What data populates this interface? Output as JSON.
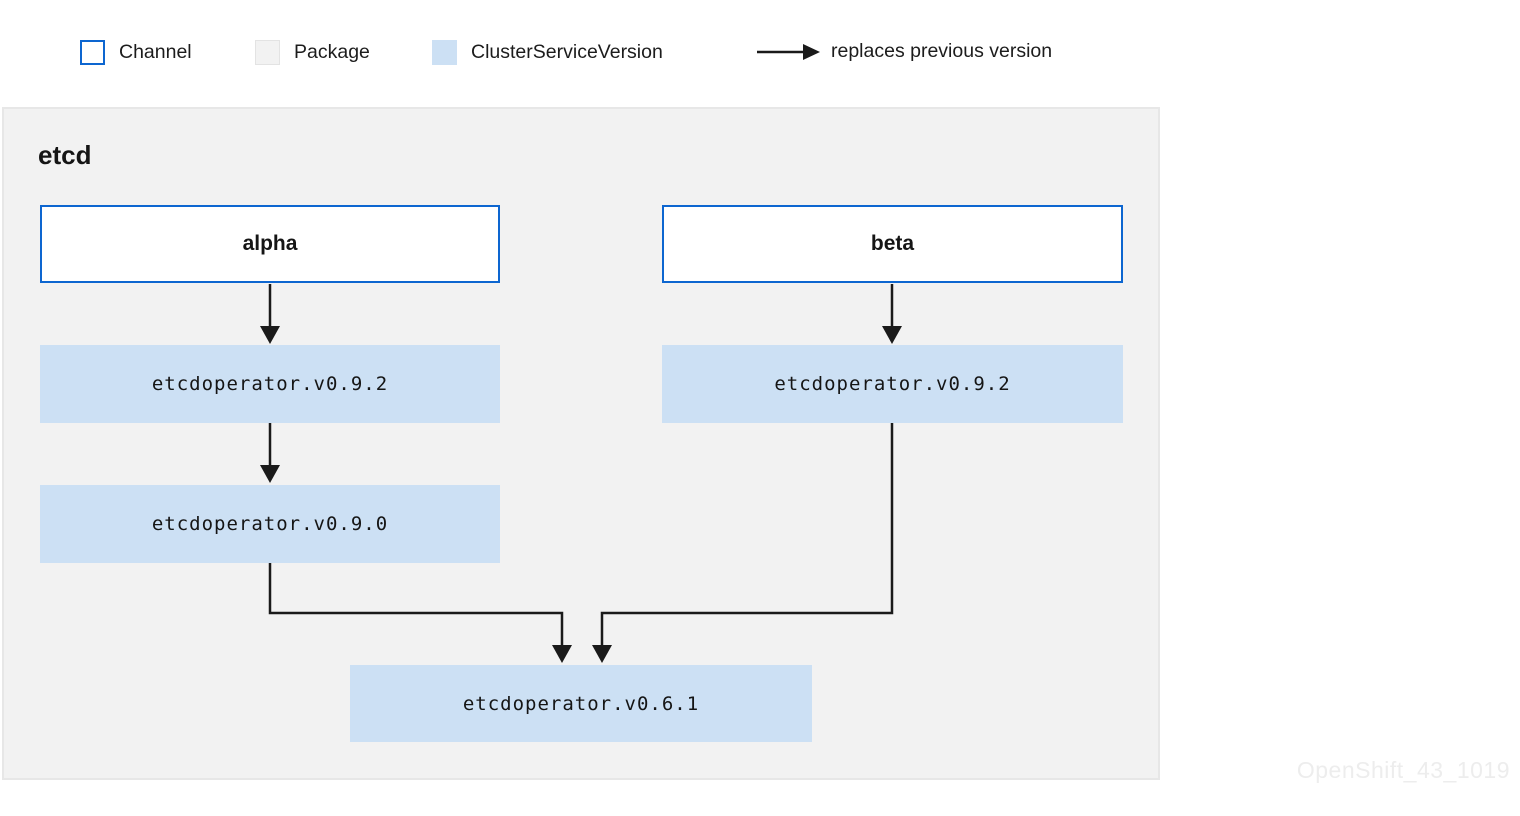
{
  "legend": {
    "channel_label": "Channel",
    "package_label": "Package",
    "csv_label": "ClusterServiceVersion",
    "arrow_label": "replaces previous version"
  },
  "package": {
    "title": "etcd"
  },
  "nodes": {
    "alpha_channel": "alpha",
    "beta_channel": "beta",
    "alpha_csv_092": "etcdoperator.v0.9.2",
    "beta_csv_092": "etcdoperator.v0.9.2",
    "alpha_csv_090": "etcdoperator.v0.9.0",
    "shared_csv_061": "etcdoperator.v0.6.1"
  },
  "watermark": "OpenShift_43_1019",
  "colors": {
    "channel_border": "#0d66d0",
    "channel_fill": "#ffffff",
    "package_fill": "#f2f2f2",
    "package_border": "#e7e7e7",
    "csv_fill": "#cce0f4",
    "arrow": "#1a1a1a",
    "text": "#151515",
    "watermark": "#ededed"
  }
}
